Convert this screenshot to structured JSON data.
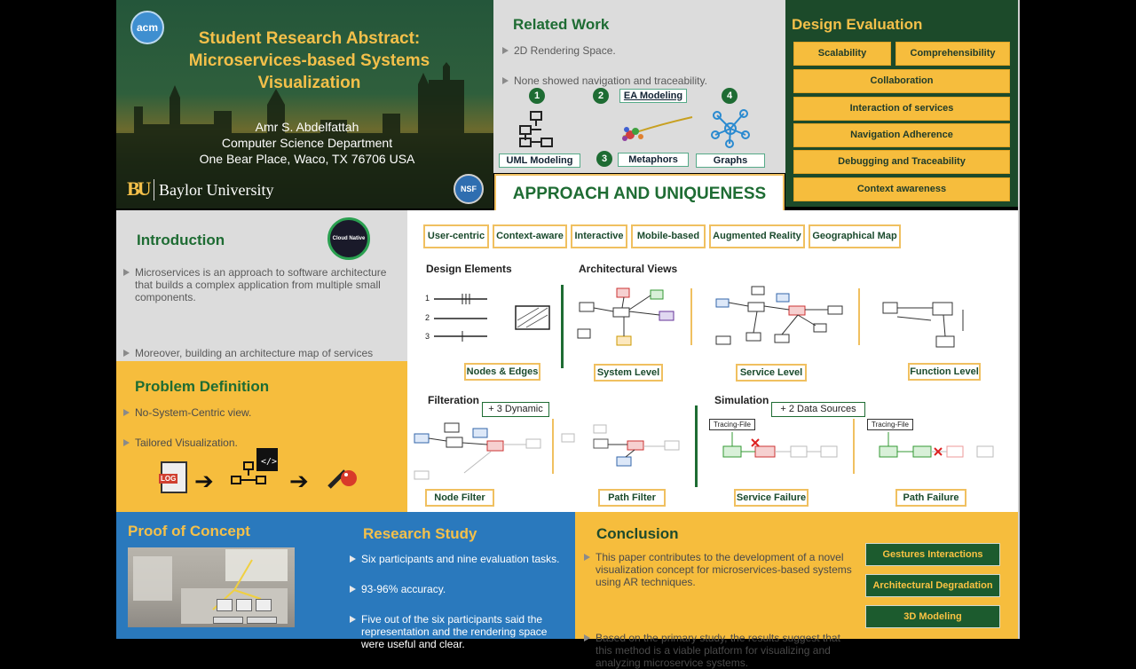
{
  "colors": {
    "baylor_green": "#1c4a2a",
    "gold": "#f6bd3d",
    "blue": "#2a79bd"
  },
  "header": {
    "acm": "acm",
    "title_line1": "Student Research Abstract:",
    "title_line2": "Microservices-based Systems",
    "title_line3": "Visualization",
    "author": "Amr S. Abdelfattah",
    "dept": "Computer Science Department",
    "address": "One Bear Place, Waco, TX 76706 USA",
    "university": "Baylor University",
    "nsf": "NSF"
  },
  "related": {
    "title": "Related Work",
    "bullets": [
      "2D Rendering Space.",
      "None showed navigation and traceability."
    ],
    "n1": "1",
    "n2": "2",
    "n3": "3",
    "n4": "4",
    "uml": "UML Modeling",
    "ea": "EA Modeling",
    "metaphors": "Metaphors",
    "graphs": "Graphs"
  },
  "approach": {
    "title": "APPROACH AND UNIQUENESS"
  },
  "design_eval": {
    "title": "Design Evaluation",
    "items": [
      "Scalability",
      "Comprehensibility",
      "Collaboration",
      "Interaction of services",
      "Navigation Adherence",
      "Debugging and Traceability",
      "Context awareness"
    ]
  },
  "intro": {
    "title": "Introduction",
    "badge": "Cloud Native",
    "bullets": [
      "Microservices is an approach to software architecture that builds a complex application from multiple small components.",
      "Moreover, building an architecture map of services design is a complicated task in its interpretation rather than construction."
    ]
  },
  "problem": {
    "title": "Problem Definition",
    "bullets": [
      "No-System-Centric view.",
      "Tailored Visualization."
    ],
    "log": "LOG"
  },
  "tags": [
    "User-centric",
    "Context-aware",
    "Interactive",
    "Mobile-based",
    "Augmented Reality",
    "Geographical Map"
  ],
  "approach_body": {
    "design_elements": "Design Elements",
    "arch_views": "Architectural Views",
    "nodes_edges": "Nodes & Edges",
    "system_level": "System Level",
    "service_level": "Service Level",
    "function_level": "Function Level",
    "filteration": "Filteration",
    "dynamic": "+ 3 Dynamic",
    "node_filter": "Node Filter",
    "path_filter": "Path Filter",
    "simulation": "Simulation",
    "data_sources": "+ 2 Data Sources",
    "service_failure": "Service Failure",
    "path_failure": "Path Failure",
    "tracing_file": "Tracing-File"
  },
  "proof": {
    "title": "Proof of Concept"
  },
  "study": {
    "title": "Research Study",
    "bullets": [
      "Six participants and nine evaluation tasks.",
      "93-96% accuracy.",
      "Five out of the six participants said the representation and the rendering space were useful and clear."
    ]
  },
  "conclusion": {
    "title": "Conclusion",
    "bullets": [
      "This paper contributes to the development of a novel visualization concept for microservices-based systems using AR techniques.",
      "Based on the primary study, the results suggest that this method is a viable platform for visualizing and analyzing microservice systems."
    ],
    "future": [
      "Gestures Interactions",
      "Architectural Degradation",
      "3D Modeling"
    ]
  }
}
